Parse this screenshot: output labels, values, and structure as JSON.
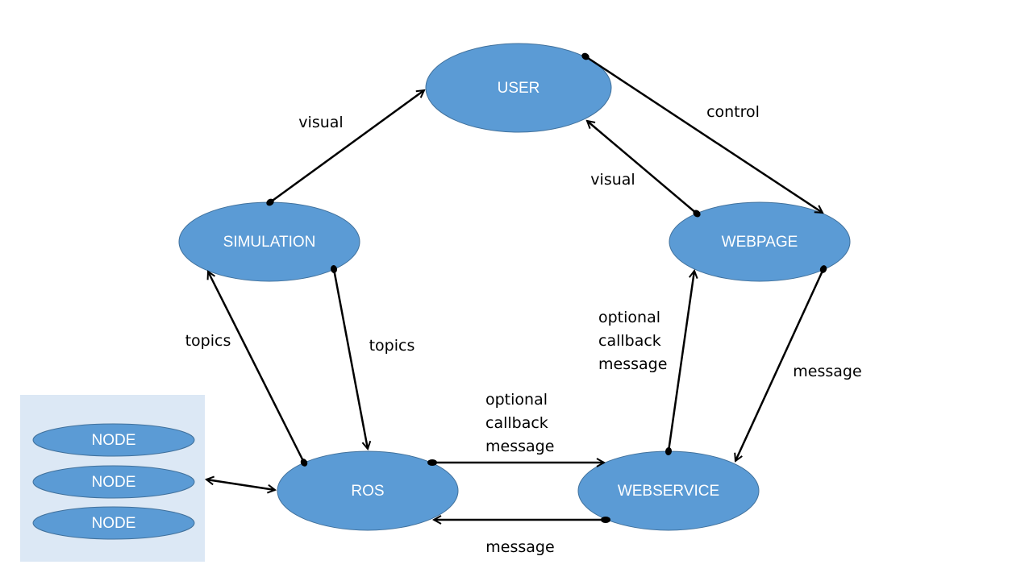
{
  "colors": {
    "node_fill": "#5b9bd5",
    "node_stroke": "#41719c",
    "panel_fill": "#dce8f5",
    "edge": "#000000",
    "text_on_node": "#ffffff"
  },
  "nodes": {
    "user": "USER",
    "simulation": "SIMULATION",
    "webpage": "WEBPAGE",
    "ros": "ROS",
    "webservice": "WEBSERVICE"
  },
  "node_panel": {
    "items": [
      "NODE",
      "NODE",
      "NODE"
    ]
  },
  "edge_labels": {
    "sim_to_user": "visual",
    "user_to_webpage": "control",
    "webpage_to_user": "visual",
    "ros_to_sim": "topics",
    "sim_to_ros": "topics",
    "webservice_to_webpage": [
      "optional",
      "callback",
      "message"
    ],
    "webpage_to_webservice": "message",
    "ros_to_webservice": [
      "optional",
      "callback",
      "message"
    ],
    "webservice_to_ros": "message"
  }
}
